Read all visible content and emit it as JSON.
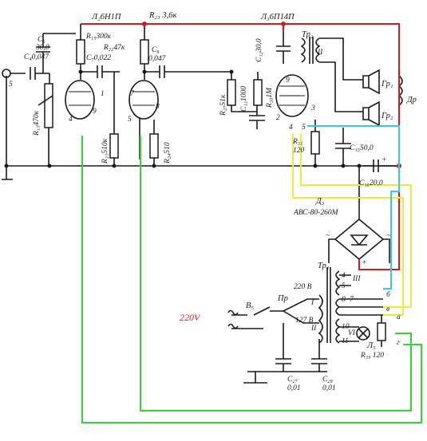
{
  "colors": {
    "red_wire": "#d41a1a",
    "green_wire": "#33d433",
    "yellow_wire": "#f0ea3a",
    "cyan_wire": "#38c8e0",
    "ink": "#1a1a1a"
  },
  "labels": {
    "tube2": "Л₂6Н1П",
    "r23": "R₂₃ 3,6к",
    "tube3": "Л₃6П14П",
    "c6": "C₆",
    "c6v": "30,0",
    "c4": "C₄0,047",
    "r15": "R₁₅300к",
    "c7": "C₇0,022",
    "r22": "R₂₂47к",
    "c8": "C₈",
    "c8v": "0,047",
    "c12": "C₁₂30,0",
    "tr2": "Тр₂",
    "tr2_w": "II",
    "gr1": "Гр₁",
    "gr2": "Гр₂",
    "dr": "Др",
    "r13": "R₁₃470к",
    "r27": "R₂₇51к",
    "c13": "C₁₃1000",
    "r30": "R₃₀1М",
    "r21": "R₂₁510к",
    "r24": "R₂₄510",
    "r31": "R₃₁",
    "r31v": "120",
    "c15": "C₁₅50,0",
    "c16": "C₁₆20,0",
    "d3": "Д₃",
    "d3_type": "АВС-80-260М",
    "tr1": "Тр₁",
    "v5": "В₅",
    "pr": "Пр",
    "v220": "220 В",
    "v127": "127 В",
    "l5": "Л₅",
    "r39": "R₃₉ 120",
    "c27": "C₂₇",
    "c27v": "0,01",
    "c28": "C₂₈",
    "c28v": "0,01",
    "mains": "220V",
    "w3": "III",
    "w6": "VI",
    "w1": "I",
    "w2": "II",
    "t4": "4",
    "t5": "5",
    "t7": "7",
    "t8": "8",
    "t9": "9",
    "t10": "10",
    "t11": "11",
    "tb": "б",
    "tv": "в",
    "ta": "а",
    "tg": "г",
    "p1": "1",
    "p2": "2",
    "p3": "3",
    "p4": "4",
    "p5": "5",
    "p6": "6",
    "p7": "7",
    "p8": "8",
    "p9": "9",
    "p5l": "5",
    "pI": "I",
    "plus": "+",
    "tilde1": "~",
    "tilde2": "~"
  }
}
